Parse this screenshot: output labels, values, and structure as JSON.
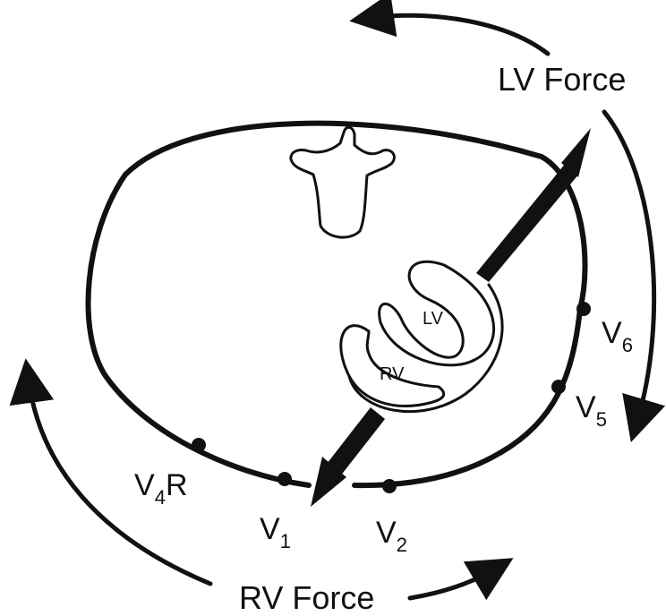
{
  "labels": {
    "lv_force": "LV Force",
    "rv_force": "RV Force",
    "lv": "LV",
    "rv": "RV"
  },
  "leads": {
    "v4r": {
      "main": "V",
      "sub": "4",
      "suffix": "R"
    },
    "v1": {
      "main": "V",
      "sub": "1"
    },
    "v2": {
      "main": "V",
      "sub": "2"
    },
    "v5": {
      "main": "V",
      "sub": "5"
    },
    "v6": {
      "main": "V",
      "sub": "6"
    }
  },
  "colors": {
    "ink": "#111111",
    "background": "#ffffff"
  }
}
